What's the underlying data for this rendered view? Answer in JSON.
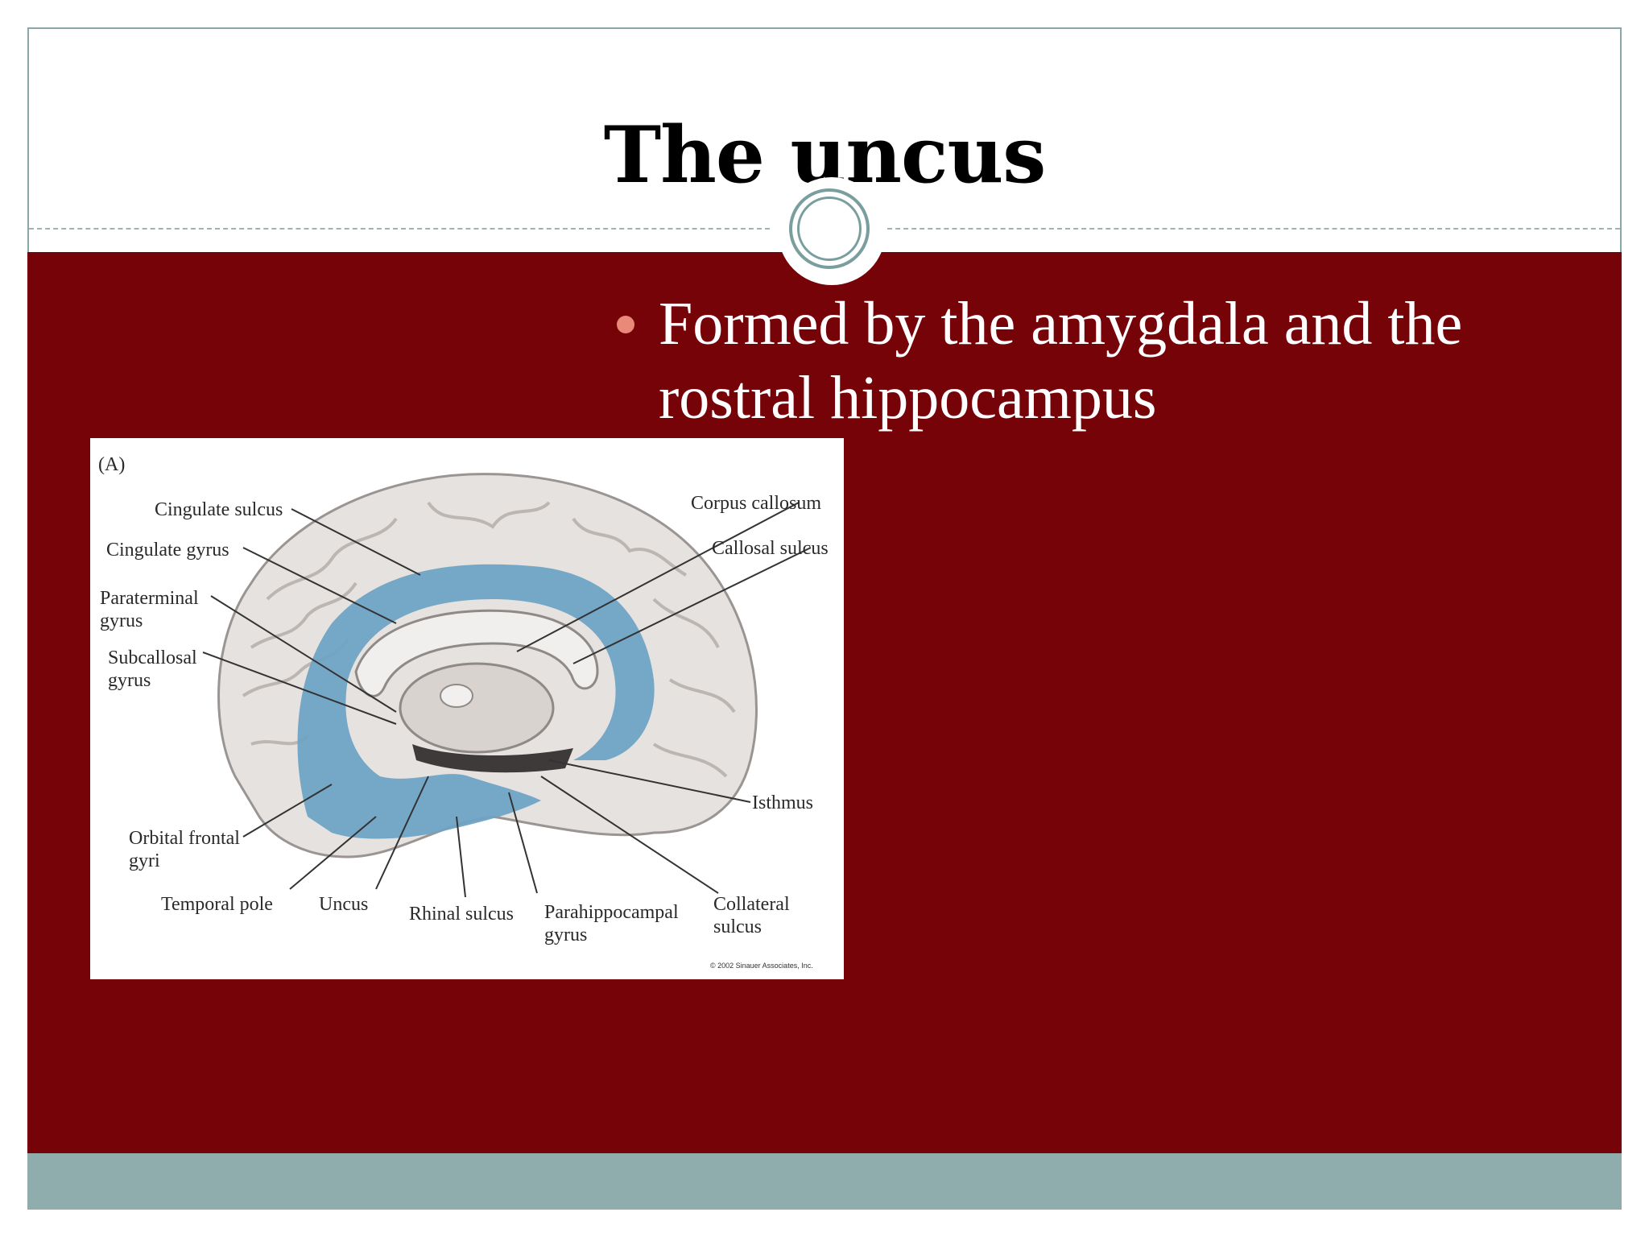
{
  "slide": {
    "title": "The uncus",
    "bullet": "Formed by the amygdala and the rostral hippocampus"
  },
  "figure": {
    "panel_label": "(A)",
    "labels": {
      "cingulate_sulcus": "Cingulate sulcus",
      "cingulate_gyrus": "Cingulate gyrus",
      "paraterminal_1": "Paraterminal",
      "paraterminal_2": "gyrus",
      "subcallosal_1": "Subcallosal",
      "subcallosal_2": "gyrus",
      "orbital_frontal_1": "Orbital frontal",
      "orbital_frontal_2": "gyri",
      "temporal_pole": "Temporal pole",
      "uncus": "Uncus",
      "rhinal_sulcus": "Rhinal sulcus",
      "parahippocampal_1": "Parahippocampal",
      "parahippocampal_2": "gyrus",
      "collateral_1": "Collateral",
      "collateral_2": "sulcus",
      "isthmus": "Isthmus",
      "corpus_callosum": "Corpus callosum",
      "callosal_sulcus": "Callosal sulcus"
    },
    "copyright": "© 2002 Sinauer Associates, Inc.",
    "colors": {
      "limbic_highlight": "#6fa3c4",
      "cortex": "#e6e2df"
    }
  },
  "colors": {
    "content_background": "#760308",
    "footer_band": "#8fadad",
    "bullet_dot": "#e8897a",
    "ornament_ring": "#7a9e9e"
  }
}
